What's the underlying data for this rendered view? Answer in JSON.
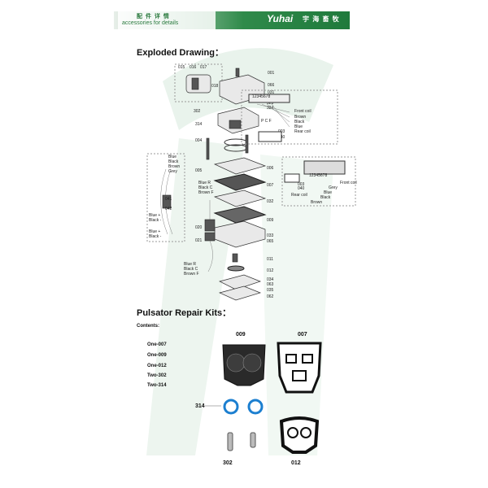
{
  "header": {
    "cn_label": "配 件 详 情",
    "en_label": "accessories for details",
    "logo_text": "Yuhai",
    "logo_cn": "宇 海 畜 牧"
  },
  "exploded": {
    "title": "Exploded Drawing：",
    "parts": [
      "001",
      "066",
      "031",
      "323",
      "324",
      "302",
      "314",
      "003",
      "040",
      "004",
      "005",
      "006",
      "007",
      "032",
      "009",
      "033",
      "065",
      "011",
      "012",
      "034",
      "063",
      "035",
      "062",
      "020",
      "021",
      "015",
      "016",
      "017",
      "018",
      "041",
      "042",
      "043"
    ],
    "wire_labels": [
      "Blue R",
      "Black C",
      "Brown F"
    ],
    "left_wire_labels": [
      "Blue",
      "Black",
      "Brown",
      "Grey"
    ],
    "legend_top": [
      "Front coil",
      "Brown",
      "Black",
      "Blue",
      "Rear coil"
    ],
    "terminal_top": "P C F",
    "legend_right": [
      "Front coil",
      "Grey",
      "Blue",
      "Black",
      "Brown"
    ],
    "rear_coil": "Rear coil",
    "terminal_right": "12345678",
    "blue_black_1": [
      "Blue +",
      "Black -"
    ],
    "blue_black_2": [
      "Blue +",
      "Black -"
    ]
  },
  "kits": {
    "title": "Pulsator Repair Kits：",
    "contents_label": "Contents:",
    "items": [
      "One-007",
      "One-009",
      "One-012",
      "Two-302",
      "Two-314"
    ],
    "parts": {
      "p009": "009",
      "p007": "007",
      "p314": "314",
      "p302": "302",
      "p012": "012"
    }
  },
  "colors": {
    "green": "#2f8a4a",
    "ring": "#1c7fd0"
  }
}
